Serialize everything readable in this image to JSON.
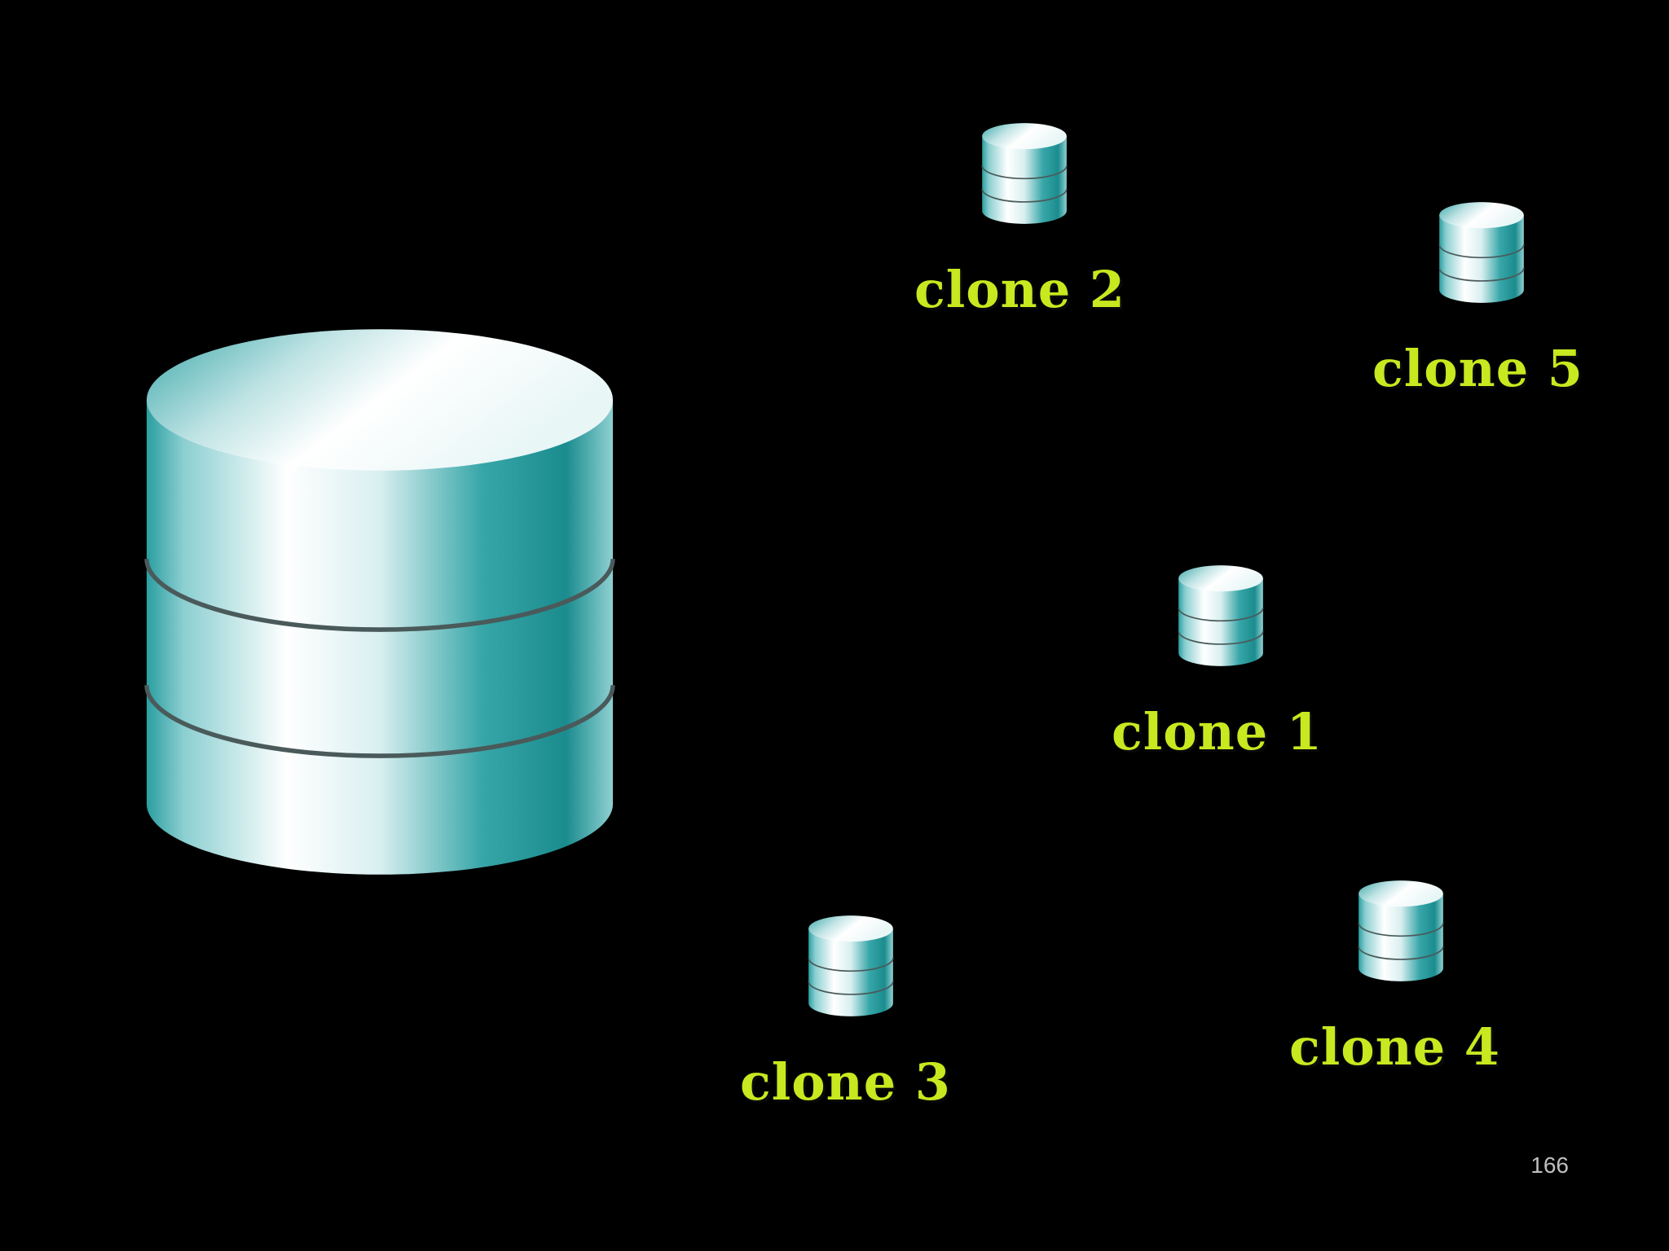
{
  "colors": {
    "background": "#000000",
    "label": "#c8e81f",
    "cylinder_light": "#ffffff",
    "cylinder_mid": "#cfe8ea",
    "cylinder_dark": "#1b8c8e"
  },
  "icons": {
    "master": "database-icon",
    "clone": "database-icon"
  },
  "clones": [
    {
      "label": "clone 1"
    },
    {
      "label": "clone 2"
    },
    {
      "label": "clone 3"
    },
    {
      "label": "clone 4"
    },
    {
      "label": "clone 5"
    }
  ],
  "page_number": "166"
}
